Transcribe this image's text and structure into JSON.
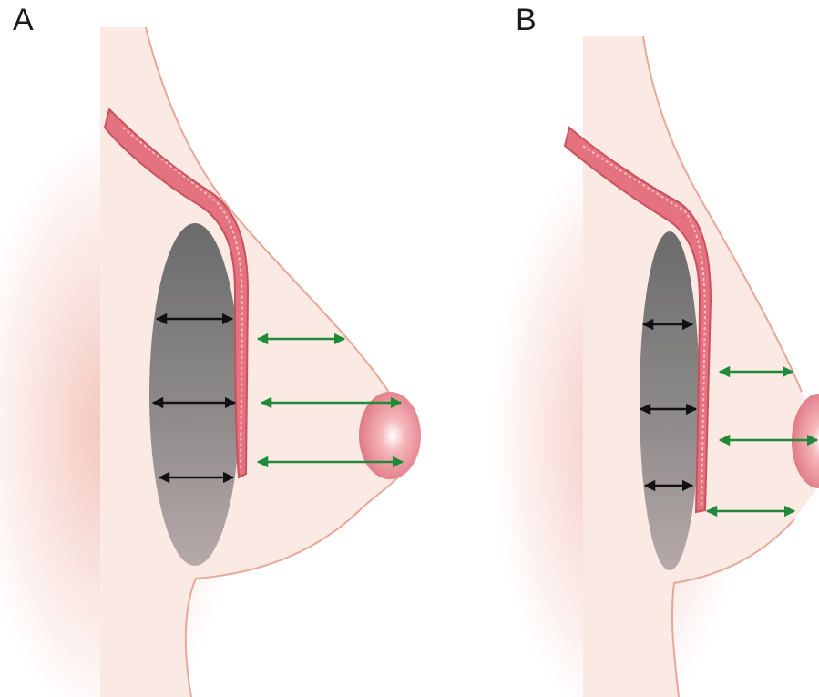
{
  "panels": [
    {
      "label": "A",
      "muscle_arrows": 3,
      "tissue_arrows": 3
    },
    {
      "label": "B",
      "muscle_arrows": 3,
      "tissue_arrows": 3
    }
  ],
  "colors": {
    "skin_shadow": "#f4c9c0",
    "skin_fill": "#fbe7e1",
    "skin_outline": "#e6a898",
    "implant_top": "#6e6e6e",
    "implant_bottom": "#b3a7a6",
    "muscle": "#e2707c",
    "muscle_dark": "#c9515f",
    "nipple": "#eb8f97",
    "arrow_green": "#1f8a3a",
    "arrow_black": "#111111"
  }
}
